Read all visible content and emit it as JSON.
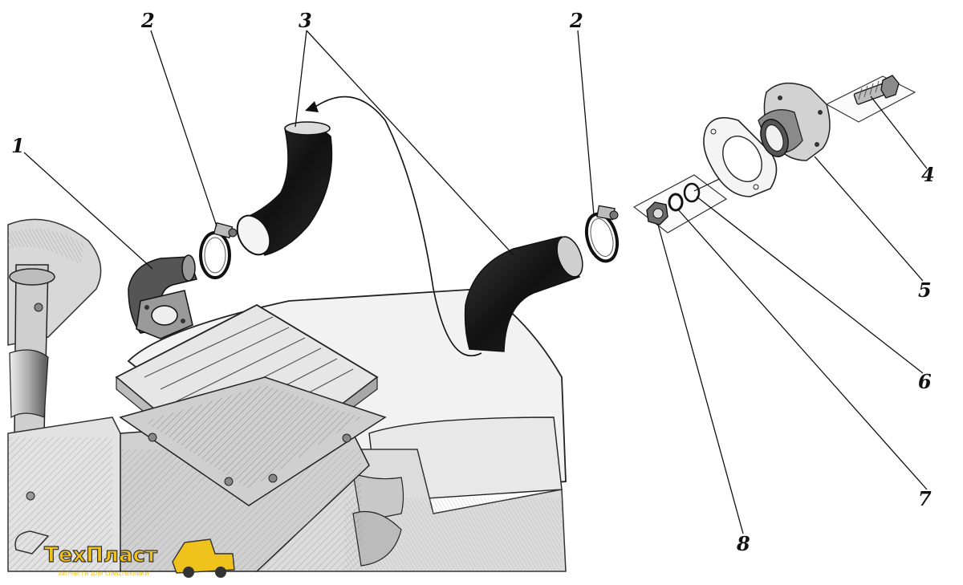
{
  "callouts": {
    "c1": "1",
    "c2a": "2",
    "c3": "3",
    "c2b": "2",
    "c4": "4",
    "c5": "5",
    "c6": "6",
    "c7": "7",
    "c8": "8"
  },
  "logo": {
    "brand": "ТехПласт",
    "tagline": "запчасти для спецтехники"
  }
}
